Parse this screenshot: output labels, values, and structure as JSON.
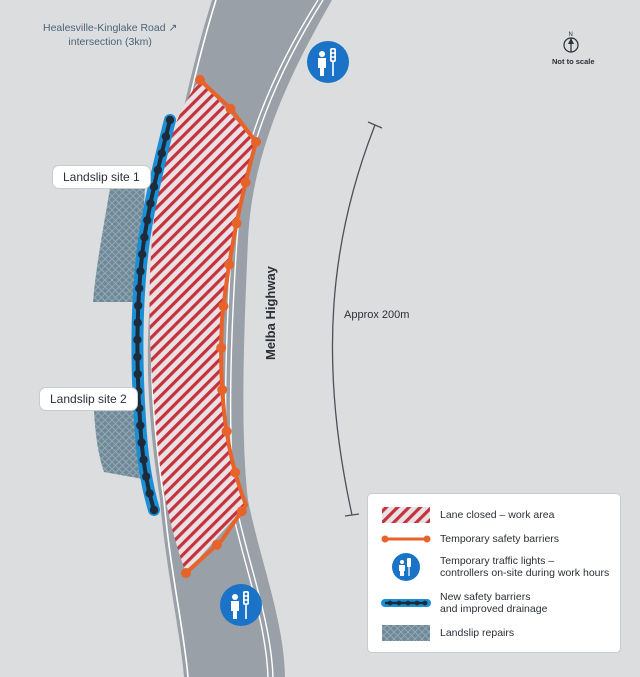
{
  "map": {
    "road_name": "Melba Highway",
    "distance_label": "Approx 200m",
    "scale_note": "Not to scale",
    "north_label": "N",
    "intersection_line1": "Healesville-Kinglake Road",
    "intersection_line2": "intersection (3km)",
    "arrow_glyph": "↗",
    "site1": "Landslip site 1",
    "site2": "Landslip site 2"
  },
  "legend": {
    "items": [
      {
        "label": "Lane closed – work area"
      },
      {
        "label": "Temporary safety barriers"
      },
      {
        "label": "Temporary traffic lights –",
        "label2": "controllers on-site during work hours"
      },
      {
        "label": "New safety barriers",
        "label2": "and improved drainage"
      },
      {
        "label": "Landslip repairs"
      }
    ]
  },
  "colors": {
    "background": "#dcdddf",
    "road": "#9aa0a7",
    "work_area": "#c4323d",
    "temp_barrier": "#e8632a",
    "traffic_light": "#1a73c6",
    "new_barrier_outer": "#1a8fd6",
    "new_barrier_inner": "#1d2b3a",
    "landslip": "#6d8796"
  }
}
